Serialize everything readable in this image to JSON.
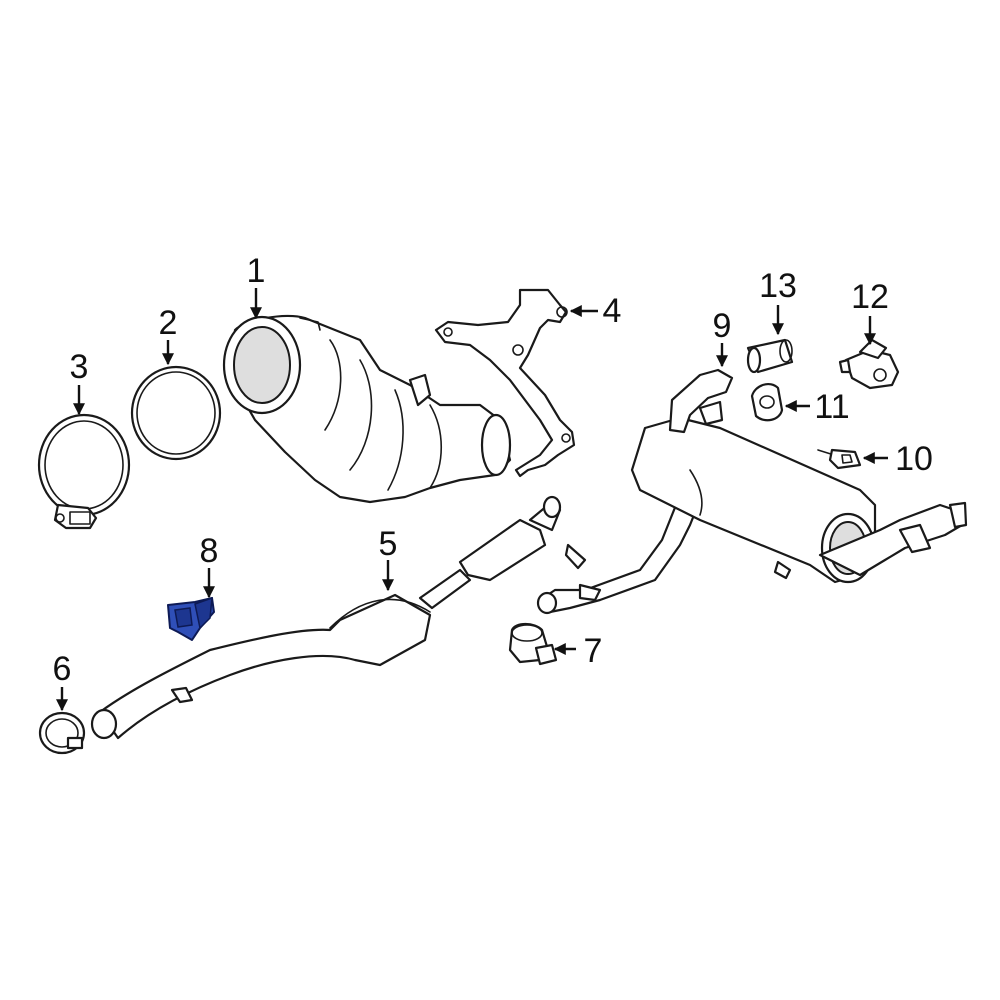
{
  "diagram": {
    "highlight_color": "#2f4fb8",
    "highlighted_part": "8",
    "parts": [
      {
        "id": "1",
        "label": "1"
      },
      {
        "id": "2",
        "label": "2"
      },
      {
        "id": "3",
        "label": "3"
      },
      {
        "id": "4",
        "label": "4"
      },
      {
        "id": "5",
        "label": "5"
      },
      {
        "id": "6",
        "label": "6"
      },
      {
        "id": "7",
        "label": "7"
      },
      {
        "id": "8",
        "label": "8"
      },
      {
        "id": "9",
        "label": "9"
      },
      {
        "id": "10",
        "label": "10"
      },
      {
        "id": "11",
        "label": "11"
      },
      {
        "id": "12",
        "label": "12"
      },
      {
        "id": "13",
        "label": "13"
      }
    ]
  }
}
